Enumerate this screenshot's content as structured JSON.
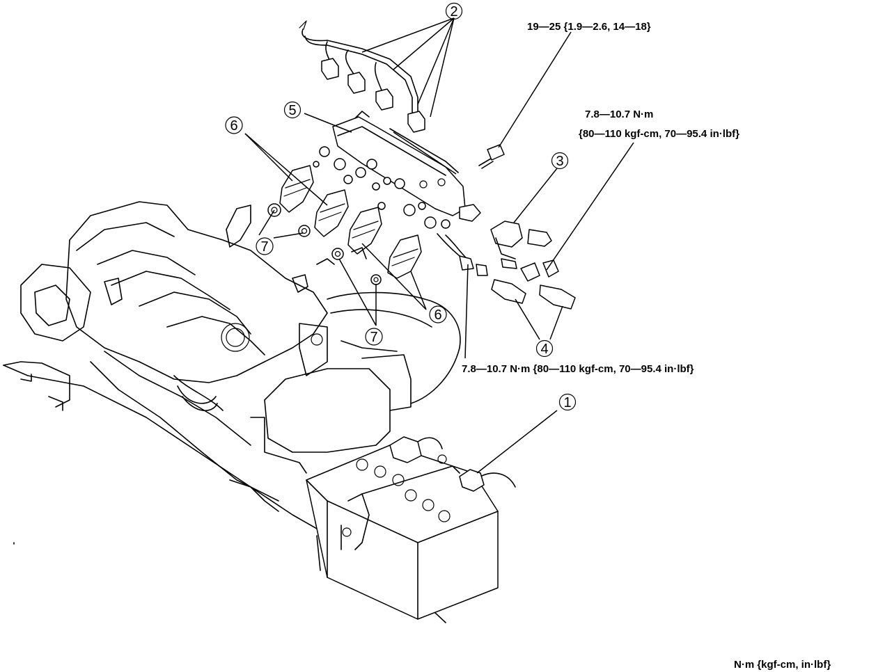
{
  "torque_labels": {
    "bolt_delivery_pipe": "19—25 {1.9—2.6, 14—18}",
    "pressure_regulator_line1": "7.8—10.7 N·m",
    "pressure_regulator_line2": "{80—110 kgf-cm, 70—95.4 in·lbf}",
    "injector_nuts": "7.8—10.7 N·m {80—110 kgf-cm, 70—95.4 in·lbf}"
  },
  "units_note": "N·m {kgf-cm, in·lbf}",
  "callouts": {
    "c1": "1",
    "c2": "2",
    "c3": "3",
    "c4": "4",
    "c5": "5",
    "c6a": "6",
    "c6b": "6",
    "c7a": "7",
    "c7b": "7"
  }
}
